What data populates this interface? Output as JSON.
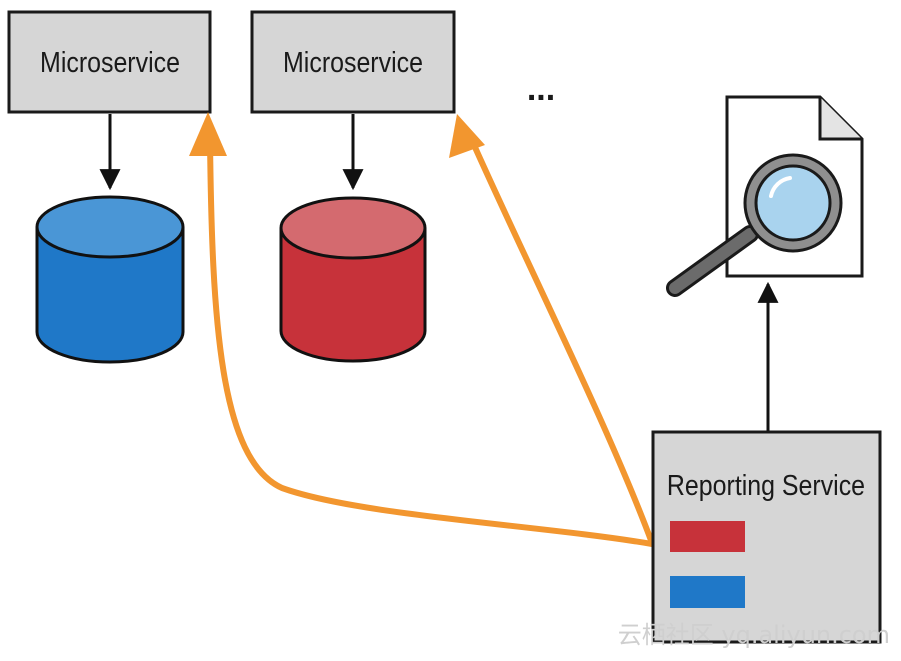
{
  "ellipsis": "...",
  "microservices": [
    {
      "label": "Microservice",
      "db_color": "#1f78c8",
      "db_top_color": "#4a96d6"
    },
    {
      "label": "Microservice",
      "db_color": "#c7323a",
      "db_top_color": "#d46a6f"
    }
  ],
  "reporting_service": {
    "label": "Reporting Service",
    "swatches": [
      "#c7323a",
      "#1f78c8"
    ]
  },
  "colors": {
    "box_fill": "#d6d6d6",
    "box_stroke": "#1a1a1a",
    "arrow_orange": "#f2962f",
    "arrow_black": "#111111",
    "magnifier_lens": "#a9d3ee",
    "magnifier_handle": "#6b6b6b"
  },
  "icons": [
    "report-document-icon",
    "magnifying-glass-icon"
  ],
  "watermark": "云栖社区 yq.aliyun.com"
}
